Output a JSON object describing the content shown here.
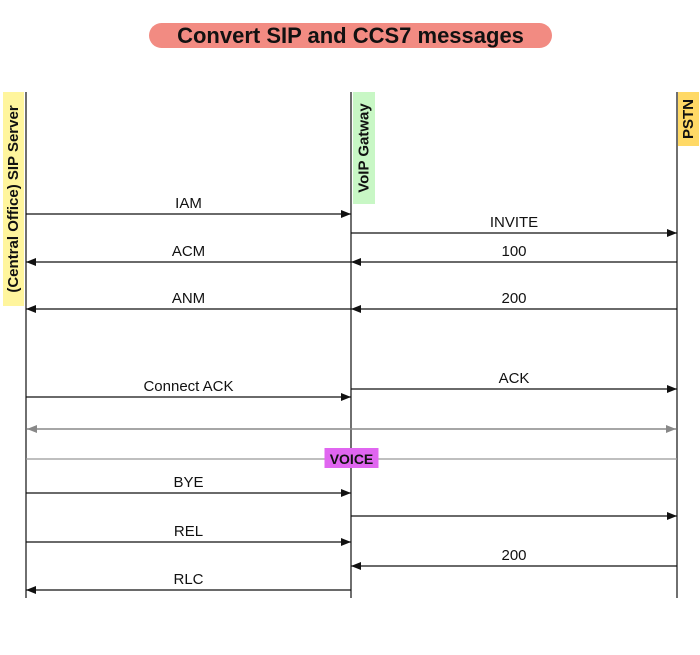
{
  "title": "Convert SIP and CCS7 messages",
  "participants": [
    {
      "id": "sip",
      "label": "(Central Office) SIP Server",
      "color": "#fff59d"
    },
    {
      "id": "gw",
      "label": "VoIP Gatway",
      "color": "#c8f7c5"
    },
    {
      "id": "pstn",
      "label": "PSTN",
      "color": "#ffd966"
    }
  ],
  "messages": [
    {
      "from": "sip",
      "to": "gw",
      "label": "IAM"
    },
    {
      "from": "gw",
      "to": "pstn",
      "label": "INVITE"
    },
    {
      "from": "gw",
      "to": "sip",
      "label": "ACM"
    },
    {
      "from": "pstn",
      "to": "gw",
      "label": "100"
    },
    {
      "from": "gw",
      "to": "sip",
      "label": "ANM"
    },
    {
      "from": "pstn",
      "to": "gw",
      "label": "200"
    },
    {
      "from": "sip",
      "to": "gw",
      "label": "Connect ACK"
    },
    {
      "from": "gw",
      "to": "pstn",
      "label": "ACK"
    },
    {
      "from": "sip",
      "to": "pstn",
      "label": "",
      "style": "bidirectional-gray"
    },
    {
      "from": "sip",
      "to": "pstn",
      "label": "VOICE",
      "style": "divider"
    },
    {
      "from": "sip",
      "to": "gw",
      "label": "BYE"
    },
    {
      "from": "gw",
      "to": "pstn",
      "label": ""
    },
    {
      "from": "sip",
      "to": "gw",
      "label": "REL"
    },
    {
      "from": "pstn",
      "to": "gw",
      "label": "200"
    },
    {
      "from": "gw",
      "to": "sip",
      "label": "RLC"
    }
  ],
  "voice_color": "#e066f0"
}
